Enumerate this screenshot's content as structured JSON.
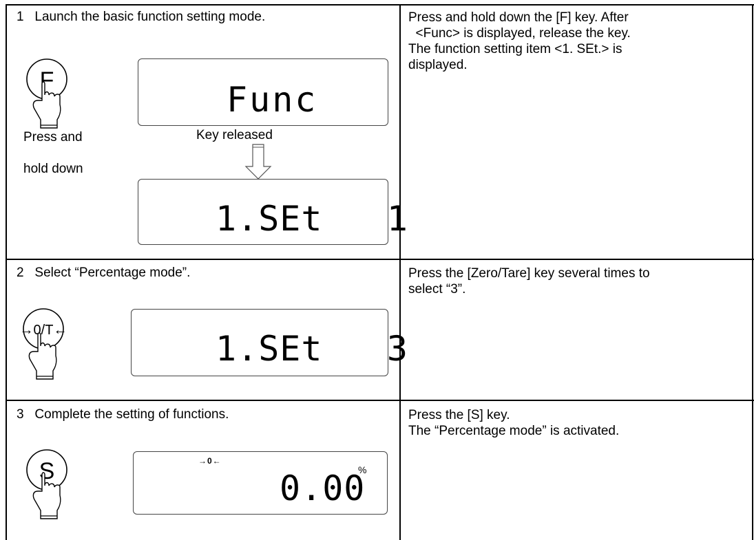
{
  "rows": [
    {
      "title": "1   Launch the basic function setting mode.",
      "key_label": "F",
      "key_icon": "f-key-icon",
      "displays": [
        "Func",
        "1.SEt   1"
      ],
      "caption_left_line1": "Press and",
      "caption_left_line2": "hold down",
      "caption_middle": "Key released",
      "description": [
        "Press and hold down the [F] key. After",
        "  <Func> is displayed, release the key.",
        "The function setting item <1. SEt.> is",
        "displayed."
      ]
    },
    {
      "title": "2   Select “Percentage mode”.",
      "key_label": "→0/T←",
      "key_icon": "zero-tare-key-icon",
      "displays": [
        "1.SEt   3"
      ],
      "description": [
        "Press the [Zero/Tare] key several times to",
        "select “3”."
      ]
    },
    {
      "title": "3   Complete the setting of functions.",
      "key_label": "S",
      "key_icon": "s-key-icon",
      "display_indicator": "→0←",
      "displays": [
        "0.00"
      ],
      "display_unit": "%",
      "description": [
        "Press the [S] key.",
        "The “Percentage mode” is activated."
      ]
    }
  ]
}
